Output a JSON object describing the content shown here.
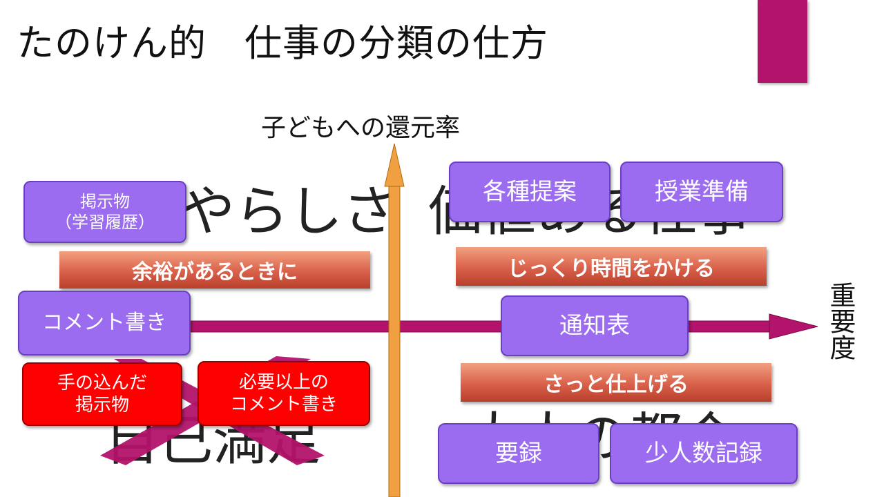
{
  "title": "たのけん的　仕事の分類の仕方",
  "accent_color": "#b3136b",
  "axes": {
    "vertical_label": "子どもへの還元率",
    "horizontal_label": "重要度",
    "vertical_color": "#f0a040",
    "horizontal_color": "#b3136b"
  },
  "quadrants": {
    "top_left": "やらしさ",
    "top_right": "価値ある仕事",
    "bottom_left": "自己満足",
    "bottom_right": "大人の都合"
  },
  "bands": {
    "top_left": "余裕があるときに",
    "top_right": "じっくり時間をかける",
    "bottom_right": "さっと仕上げる"
  },
  "cards": {
    "bulletin": "掲示物\n（学習履歴）",
    "comment": "コメント書き",
    "elaborate_bulletin": "手の込んだ\n掲示物",
    "excess_comment": "必要以上の\nコメント書き",
    "proposals": "各種提案",
    "class_prep": "授業準備",
    "report_card": "通知表",
    "summary_record": "要録",
    "small_group_record": "少人数記録"
  },
  "cross_color": "#b3136b"
}
